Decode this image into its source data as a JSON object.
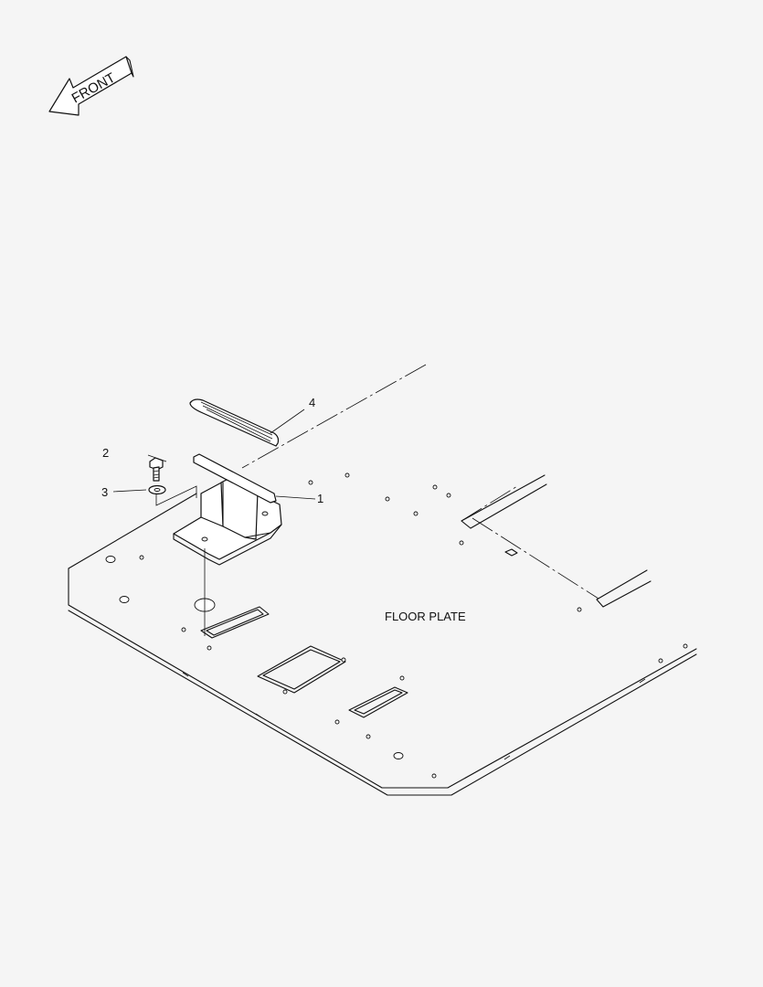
{
  "front_label": "FRONT",
  "floor_plate_label": "FLOOR PLATE",
  "callouts": {
    "c1": "1",
    "c2": "2",
    "c3": "3",
    "c4": "4"
  },
  "colors": {
    "background": "#f5f5f5",
    "line": "#111111",
    "part_fill": "#ffffff"
  }
}
